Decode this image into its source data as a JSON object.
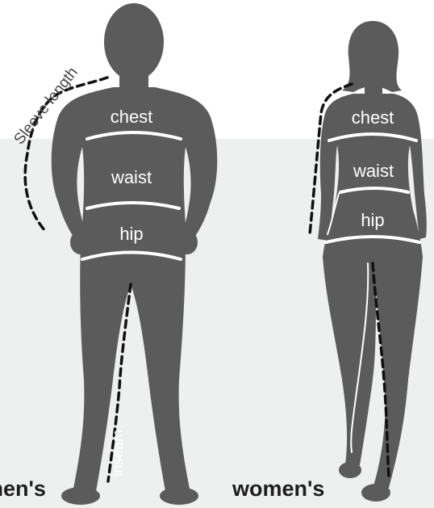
{
  "figures": {
    "men": {
      "caption": "men's",
      "measurements": {
        "chest": "chest",
        "waist": "waist",
        "hip": "hip"
      },
      "sleeve_label": "Sleeve length",
      "inseam_label": "inseam"
    },
    "women": {
      "caption": "women's",
      "measurements": {
        "chest": "chest",
        "waist": "waist",
        "hip": "hip"
      }
    }
  },
  "colors": {
    "silhouette": "#5b5b5b",
    "background_panel": "#eef0ef",
    "measure_line": "#ffffff",
    "dashed_line": "#111111"
  }
}
